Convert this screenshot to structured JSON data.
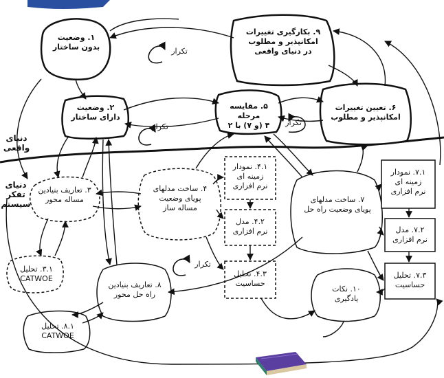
{
  "nodes": {
    "n1": "۱. وضعیت\nبدون ساختار",
    "n2": "۲. وضعیت\nدارای ساختار",
    "n3": "۳. تعاریف بنیادین\nمساله محور",
    "n31": "۳.۱. تحلیل\nCATWOE",
    "n4": "۴. ساخت مدلهای\nپویای وضعیت\nمساله ساز",
    "n41": "۴.۱. نمودار\nزمینه ای\nنرم افزاری",
    "n42": "۴.۲. مدل\nنرم افزاری",
    "n43": "۴.۳. تحلیل\nحساسیت",
    "n5": "۵. مقایسه مرحله\n۴ (و ۷) با ۲",
    "n6": "۶. تعیین تغییرات\nامکانپذیر و مطلوب",
    "n7": "۷. ساخت مدلهای\nپویای وضعیت راه حل",
    "n71": "۷.۱. نمودار\nزمینه ای\nنرم افزاری",
    "n72": "۷.۲. مدل\nنرم افزاری",
    "n73": "۷.۳. تحلیل\nحساسیت",
    "n8": "۸. تعاریف بنیادین\nراه حل محور",
    "n81": "۸.۱. تحلیل\nCATWOE",
    "n9": "۹. بکارگیری تغییرات\nامکانپذیر و مطلوب\nدر دنیای واقعی",
    "n10": "۱۰. نکات\nیادگیری"
  },
  "loops": [
    "تکرار",
    "تکرار",
    "تکرار",
    "تکرار"
  ],
  "regions": {
    "real_world": "دنیای\nواقعی",
    "systems_thinking": "دنیای\nتفکر\nسیستم"
  },
  "colors": {
    "ink": "#111111",
    "book_cover": "#5a3fa0",
    "book_spine": "#2f7f6a",
    "book_pages": "#d9c8a0",
    "header_blue": "#2a4fa0"
  }
}
